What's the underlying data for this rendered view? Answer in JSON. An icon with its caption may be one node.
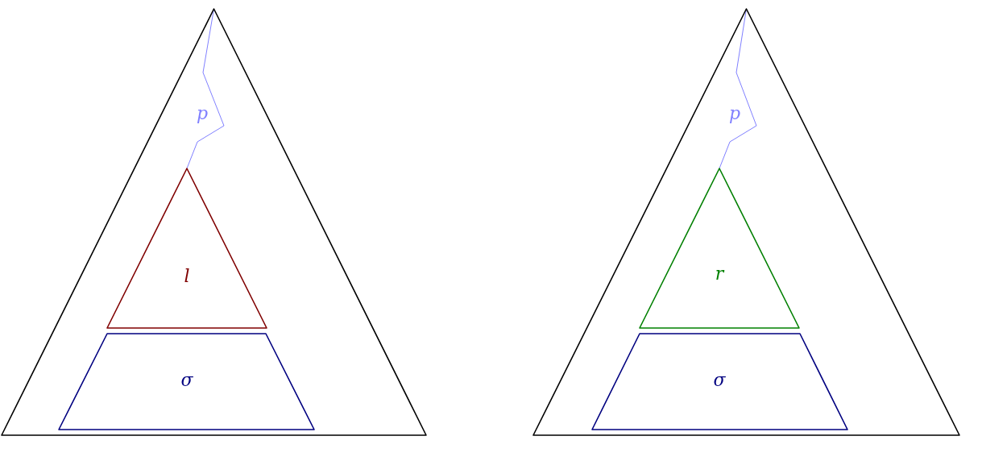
{
  "diagram": {
    "nodes": [
      {
        "text": [],
        "shape": "triangle"
      },
      {
        "text": [
          "l"
        ],
        "in": 0
      },
      {
        "text": [
          "σ"
        ],
        "in": 0
      },
      {
        "text": [],
        "shape": "triangle"
      },
      {
        "text": [
          "r"
        ],
        "in": 3
      },
      {
        "text": [
          "σ"
        ],
        "in": 3
      }
    ],
    "edges": [
      {
        "from": 0,
        "to": 1,
        "arrow": "none",
        "label": "p",
        "color": "#8080ff"
      },
      {
        "from": 3,
        "to": 4,
        "arrow": "none",
        "label": "p",
        "color": "#8080ff"
      }
    ]
  }
}
